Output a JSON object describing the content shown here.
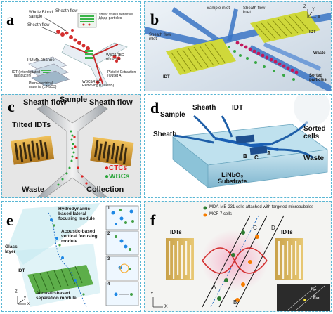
{
  "panels": {
    "a": {
      "label": "a",
      "labels": {
        "whole_blood": "Whole Blood\nsample",
        "sheath_flow_1": "Sheath flow",
        "sheath_flow_2": "Sheath flow",
        "shear_stress": "shear stress sensitive\nblood particles",
        "pdms": "PDMS channel",
        "idt": "IDT (Interdigitated\nTransducer)",
        "piezo": "Piezo-electrical\nmaterial (LiNbO3)",
        "wbc_rbc_removing": "WBC&RBC\nremoving",
        "platelet": "Platelet Extraction\n(Outlet A)",
        "wbc_rbc_outlet_b": "WBC&RBC\nRemoving (Outlet B)"
      }
    },
    "b": {
      "label": "b",
      "labels": {
        "sample_inlet": "Sample inlet",
        "sheath_flow_inlet_top": "Sheath flow\ninlet",
        "sheath_flow_inlet_left": "Sheath flow\ninlet",
        "idt_right": "IDT",
        "idt_left": "IDT",
        "waste": "Waste",
        "sorted_particles": "Sorted\nparticles",
        "axis_z": "Z",
        "axis_y": "Y",
        "axis_x": "X"
      }
    },
    "c": {
      "label": "c",
      "labels": {
        "sheath_flow_left": "Sheath flow",
        "sample": "Sample",
        "sheath_flow_right": "Sheath flow",
        "tilted_idts": "Tilted IDTs",
        "ctcs": "●CTCs",
        "wbcs": "●WBCs",
        "waste": "Waste",
        "collection": "Collection"
      },
      "colors": {
        "ctcs": "#e02020",
        "wbcs": "#2aa53a"
      }
    },
    "d": {
      "label": "d",
      "labels": {
        "sample": "Sample",
        "sheath_top": "Sheath",
        "idt": "IDT",
        "sheath_left": "Sheath",
        "sorted_cells": "Sorted\ncells",
        "waste": "Waste",
        "b": "B",
        "c": "C",
        "a": "A",
        "substrate": "LiNbO₃\nSubstrate"
      }
    },
    "e": {
      "label": "e",
      "labels": {
        "hydro": "Hydrodynamic-\nbased lateral\nfocusing module",
        "acoustic_vertical": "Acoustic-based\nvertical focusing\nmodule",
        "glass": "Glass\nlayer",
        "idt": "IDT",
        "acoustic_sep": "Acoustic-based\nseparation module",
        "axis_z": "Z",
        "axis_x": "x",
        "axis_y": "y",
        "n1": "1",
        "n2": "2",
        "n3": "3",
        "n4": "4"
      }
    },
    "f": {
      "label": "f",
      "labels": {
        "legend_mda": "MDA-MB-231 cells attached with targeted microbubbles",
        "legend_mcf": "MCF-7 cells",
        "idts_left": "IDTs",
        "idts_right": "IDTs",
        "a": "A",
        "b": "B",
        "c": "C",
        "d": "D",
        "axis_y": "Y",
        "axis_x": "X",
        "fa1": "Fₐ₁",
        "fa2": "Fₐ₂"
      }
    }
  }
}
